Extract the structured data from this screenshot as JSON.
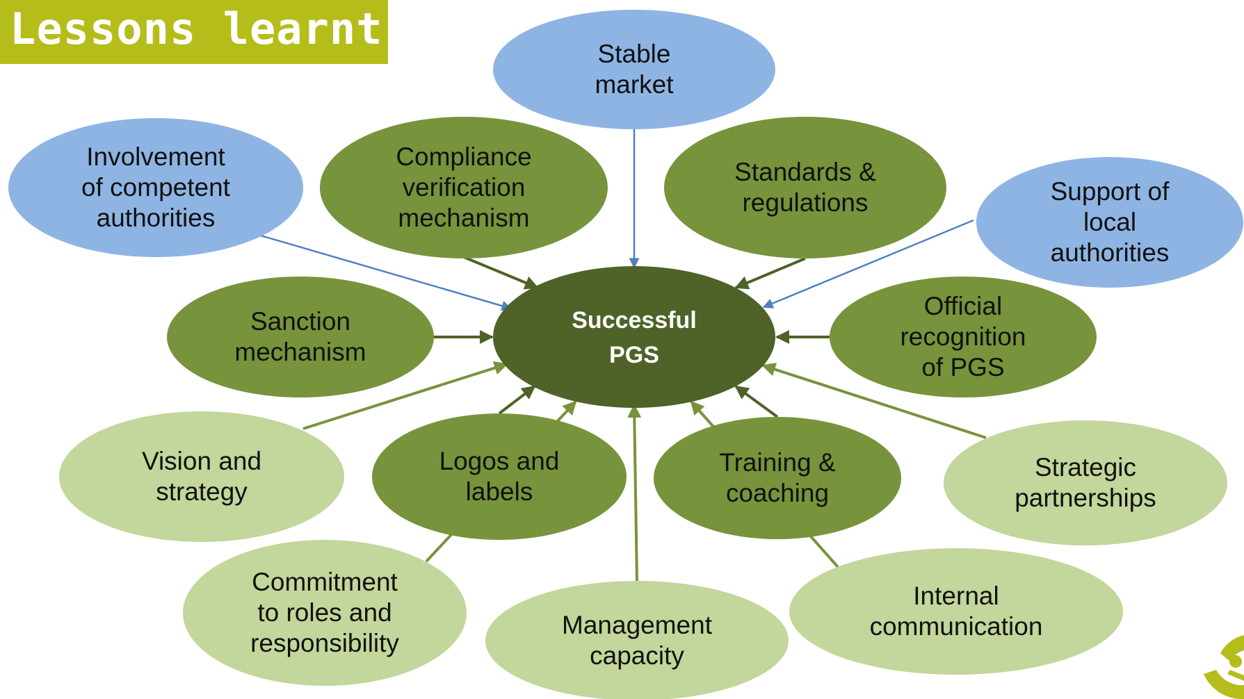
{
  "header": {
    "title": "Lessons learnt"
  },
  "colors": {
    "title_bar": "#b5bd1a",
    "center": "#4f6228",
    "dark_green": "#77933c",
    "light_green": "#c3d69b",
    "blue": "#8eb4e3",
    "arrow_blue": "#4f81bd",
    "arrow_dark": "#4f6228",
    "arrow_light": "#77933c"
  },
  "center_node": {
    "id": "center",
    "lines": [
      "Successful",
      "PGS"
    ]
  },
  "nodes": [
    {
      "id": "stable-market",
      "category": "blue",
      "lines": [
        "Stable",
        "market"
      ]
    },
    {
      "id": "involvement-competent-authorities",
      "category": "blue",
      "lines": [
        "Involvement",
        "of competent",
        "authorities"
      ]
    },
    {
      "id": "compliance-verification",
      "category": "dark",
      "lines": [
        "Compliance",
        "verification",
        "mechanism"
      ]
    },
    {
      "id": "standards-regulations",
      "category": "dark",
      "lines": [
        "Standards &",
        "regulations"
      ]
    },
    {
      "id": "support-local-authorities",
      "category": "blue",
      "lines": [
        "Support of",
        "local",
        "authorities"
      ]
    },
    {
      "id": "sanction-mechanism",
      "category": "dark",
      "lines": [
        "Sanction",
        "mechanism"
      ]
    },
    {
      "id": "official-recognition",
      "category": "dark",
      "lines": [
        "Official",
        "recognition",
        "of PGS"
      ]
    },
    {
      "id": "vision-strategy",
      "category": "light",
      "lines": [
        "Vision and",
        "strategy"
      ]
    },
    {
      "id": "logos-labels",
      "category": "dark",
      "lines": [
        "Logos and",
        "labels"
      ]
    },
    {
      "id": "training-coaching",
      "category": "dark",
      "lines": [
        "Training &",
        "coaching"
      ]
    },
    {
      "id": "strategic-partnerships",
      "category": "light",
      "lines": [
        "Strategic",
        "partnerships"
      ]
    },
    {
      "id": "commitment-roles",
      "category": "light",
      "lines": [
        "Commitment",
        "to roles and",
        "responsibility"
      ]
    },
    {
      "id": "management-capacity",
      "category": "light",
      "lines": [
        "Management",
        "capacity"
      ]
    },
    {
      "id": "internal-communication",
      "category": "light",
      "lines": [
        "Internal",
        "communication"
      ]
    }
  ],
  "edges": [
    {
      "from": "stable-market",
      "to": "center",
      "category": "blue"
    },
    {
      "from": "involvement-competent-authorities",
      "to": "center",
      "category": "blue"
    },
    {
      "from": "compliance-verification",
      "to": "center",
      "category": "dark"
    },
    {
      "from": "standards-regulations",
      "to": "center",
      "category": "dark"
    },
    {
      "from": "support-local-authorities",
      "to": "center",
      "category": "blue"
    },
    {
      "from": "sanction-mechanism",
      "to": "center",
      "category": "dark"
    },
    {
      "from": "official-recognition",
      "to": "center",
      "category": "dark"
    },
    {
      "from": "vision-strategy",
      "to": "center",
      "category": "light"
    },
    {
      "from": "logos-labels",
      "to": "center",
      "category": "dark"
    },
    {
      "from": "training-coaching",
      "to": "center",
      "category": "dark"
    },
    {
      "from": "strategic-partnerships",
      "to": "center",
      "category": "light"
    },
    {
      "from": "commitment-roles",
      "to": "center",
      "category": "light"
    },
    {
      "from": "management-capacity",
      "to": "center",
      "category": "light"
    },
    {
      "from": "internal-communication",
      "to": "center",
      "category": "light"
    }
  ]
}
